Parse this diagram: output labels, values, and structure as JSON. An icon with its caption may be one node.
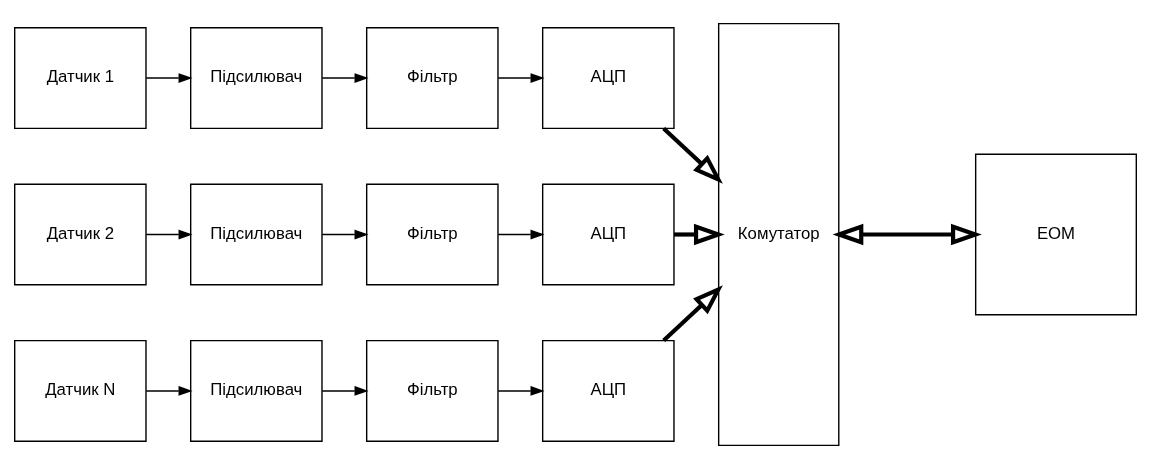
{
  "diagram": {
    "nodes": [
      {
        "text": [
          "Датчик 1"
        ]
      },
      {
        "text": [
          "Підсилювач"
        ]
      },
      {
        "text": [
          "Фільтр"
        ]
      },
      {
        "text": [
          "АЦП"
        ]
      },
      {
        "text": [
          "Датчик 2"
        ]
      },
      {
        "text": [
          "Підсилювач"
        ]
      },
      {
        "text": [
          "Фільтр"
        ]
      },
      {
        "text": [
          "АЦП"
        ]
      },
      {
        "text": [
          "Датчик N"
        ]
      },
      {
        "text": [
          "Підсилювач"
        ]
      },
      {
        "text": [
          "Фільтр"
        ]
      },
      {
        "text": [
          "АЦП"
        ]
      },
      {
        "text": [
          "Комутатор"
        ]
      },
      {
        "text": [
          "ЕОМ"
        ]
      }
    ],
    "edges": [
      {
        "from": 0,
        "to": 1,
        "arrow": "to"
      },
      {
        "from": 1,
        "to": 2,
        "arrow": "to"
      },
      {
        "from": 2,
        "to": 3,
        "arrow": "to"
      },
      {
        "from": 3,
        "to": 12,
        "arrow": "to",
        "style": "thick"
      },
      {
        "from": 4,
        "to": 5,
        "arrow": "to"
      },
      {
        "from": 5,
        "to": 6,
        "arrow": "to"
      },
      {
        "from": 6,
        "to": 7,
        "arrow": "to"
      },
      {
        "from": 7,
        "to": 12,
        "arrow": "to",
        "style": "thick"
      },
      {
        "from": 8,
        "to": 9,
        "arrow": "to"
      },
      {
        "from": 9,
        "to": 10,
        "arrow": "to"
      },
      {
        "from": 10,
        "to": 11,
        "arrow": "to"
      },
      {
        "from": 11,
        "to": 12,
        "arrow": "to",
        "style": "thick"
      },
      {
        "from": 12,
        "to": 13,
        "arrow": "both",
        "style": "thick"
      }
    ]
  }
}
